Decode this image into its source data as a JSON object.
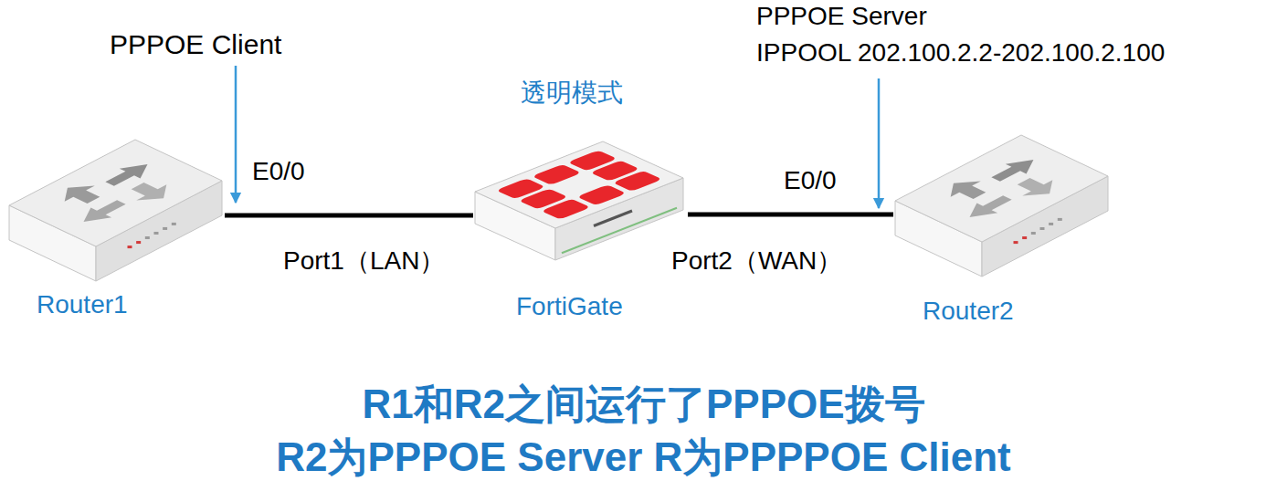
{
  "diagram": {
    "nodes": [
      {
        "text": [
          "Router1"
        ]
      },
      {
        "text": [
          "FortiGate"
        ]
      },
      {
        "text": [
          "Router2"
        ]
      }
    ],
    "edges": [
      {
        "from": 0,
        "to": 1,
        "arrow": "none"
      },
      {
        "from": 1,
        "to": 2,
        "arrow": "none"
      }
    ],
    "labels": [
      "PPPOE Client",
      "E0/0",
      "Port1（LAN）",
      "透明模式",
      "Port2（WAN）",
      "E0/0",
      "PPPOE Server",
      "IPPOOL 202.100.2.2-202.100.2.100",
      "R1和R2之间运行了PPPOE拨号",
      "R2为PPPOE Server R为PPPPOE Client"
    ]
  }
}
